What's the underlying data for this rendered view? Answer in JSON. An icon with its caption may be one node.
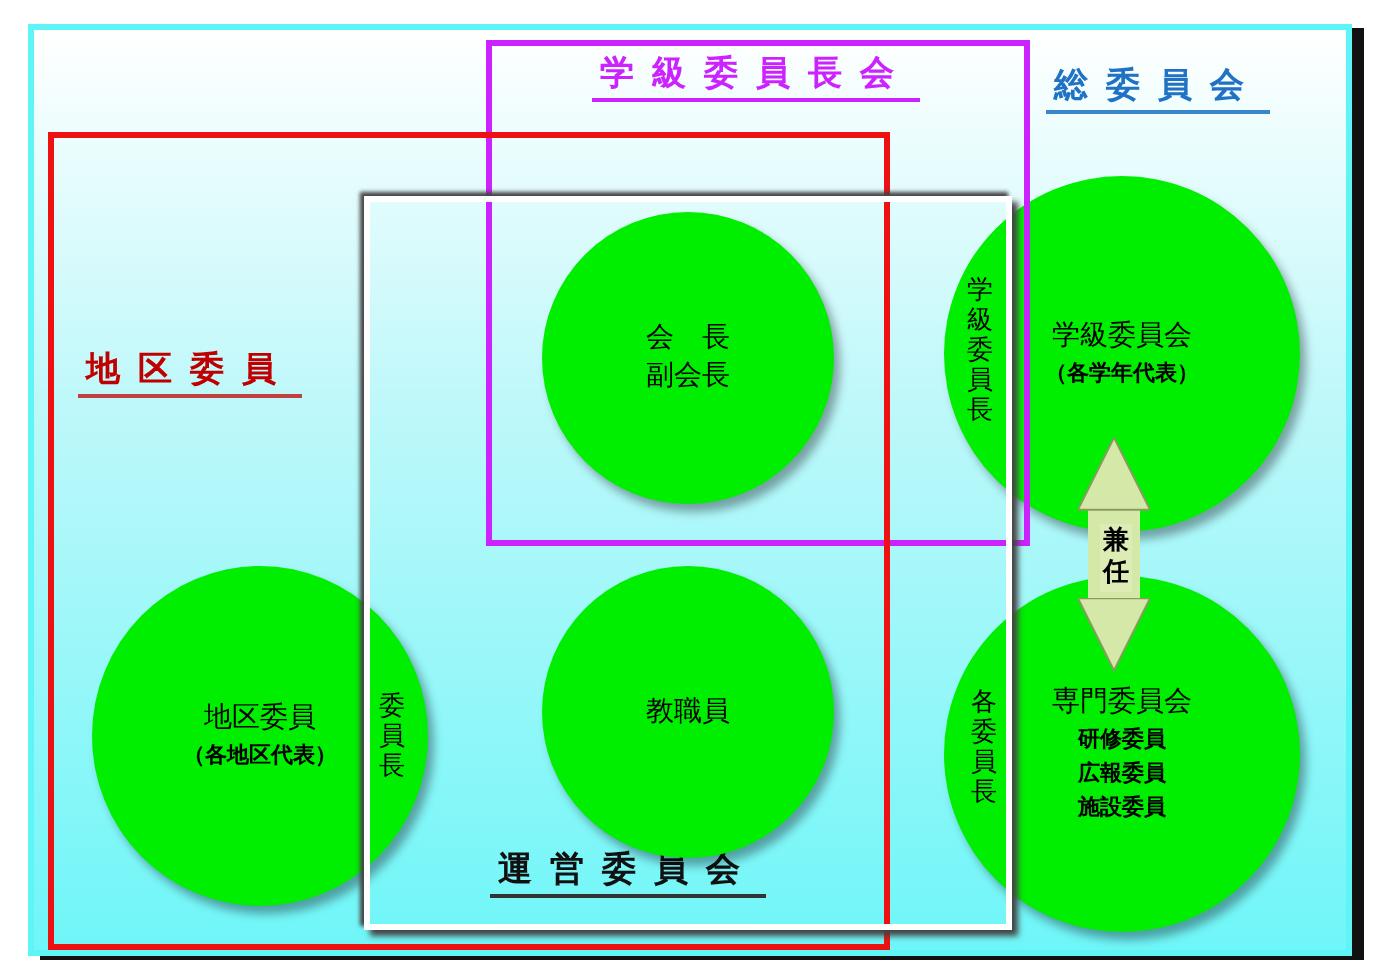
{
  "diagram": {
    "nodes": [
      {
        "text": [
          "総委員会"
        ]
      },
      {
        "text": [
          "学級委員長会"
        ],
        "in": 0
      },
      {
        "text": [
          "地区委員"
        ],
        "in": 0
      },
      {
        "text": [
          "運営委員会"
        ],
        "in": 0
      },
      {
        "text": [
          "会　長",
          "副会長"
        ]
      },
      {
        "text": [
          "学級委員会",
          "（各学年代表）"
        ],
        "in": 0
      },
      {
        "text": [
          "地区委員",
          "（各地区代表）"
        ],
        "in": 2
      },
      {
        "text": [
          "教職員"
        ],
        "in": 3
      },
      {
        "text": [
          "専門委員会",
          "研修委員",
          "広報委員",
          "施設委員"
        ],
        "in": 0
      }
    ],
    "edges": [
      {
        "from": 5,
        "to": 8,
        "arrow": "both",
        "label": "兼任"
      }
    ],
    "labels": [
      "学級委員長",
      "委員長",
      "各委員長"
    ]
  }
}
